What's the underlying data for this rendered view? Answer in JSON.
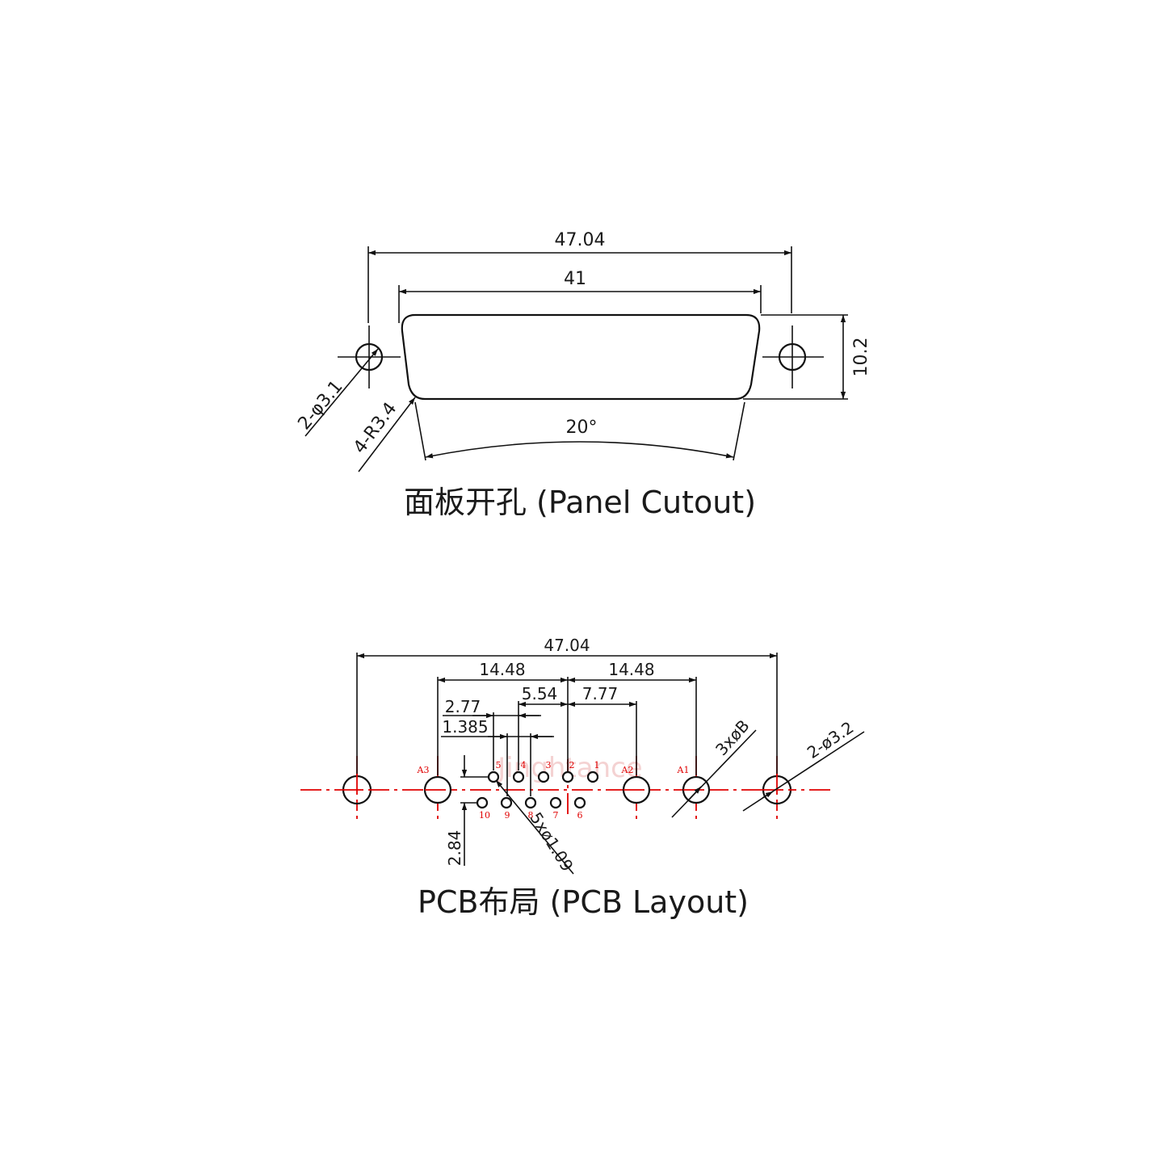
{
  "panel_cutout": {
    "overall_width": "47.04",
    "body_width": "41",
    "height": "10.2",
    "hole_callout": "2-φ3.1",
    "radius_callout": "4-R3.4",
    "angle": "20°",
    "caption": "面板开孔 (Panel Cutout)"
  },
  "pcb_layout": {
    "overall_width": "47.04",
    "left_span": "14.48",
    "right_span": "14.48",
    "dim_554": "5.54",
    "dim_777": "7.77",
    "dim_277": "2.77",
    "dim_1385": "1.385",
    "row_pitch": "2.84",
    "pin_hole_callout": "5xø1.09",
    "coax_hole_callout": "3xøB",
    "mount_hole_callout": "2-ø3.2",
    "caption": "PCB布局 (PCB Layout)",
    "watermark": "Jinghtance",
    "labels": {
      "a3": "A3",
      "a2": "A2",
      "a1": "A1",
      "p1": "1",
      "p2": "2",
      "p3": "3",
      "p4": "4",
      "p5": "5",
      "p6": "6",
      "p7": "7",
      "p8": "8",
      "p9": "9",
      "p10": "10"
    }
  },
  "colors": {
    "line": "#111111",
    "centerline": "#e00000",
    "pin_label": "#e00000"
  }
}
